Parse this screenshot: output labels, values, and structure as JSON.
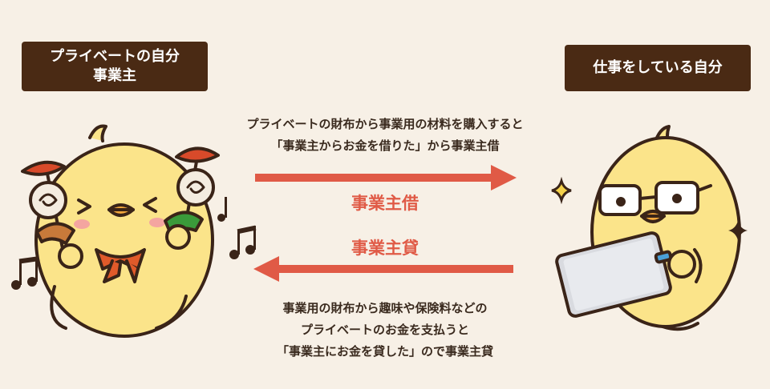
{
  "labels": {
    "private": [
      "プライベートの自分",
      "事業主"
    ],
    "work": "仕事をしている自分"
  },
  "top_arrow": {
    "description": [
      "プライベートの財布から事業用の材料を購入すると",
      "「事業主からお金を借りた」から事業主借"
    ],
    "term": "事業主借"
  },
  "bottom_arrow": {
    "term": "事業主貸",
    "description": [
      "事業用の財布から趣味や保険料などの",
      "プライベートのお金を支払うと",
      "「事業主にお金を貸した」ので事業主貸"
    ]
  },
  "colors": {
    "background": "#f7f0e6",
    "label_box": "#4a2a14",
    "arrow": "#e05a46",
    "chick": "#fbe48a",
    "outline": "#3a2418"
  }
}
